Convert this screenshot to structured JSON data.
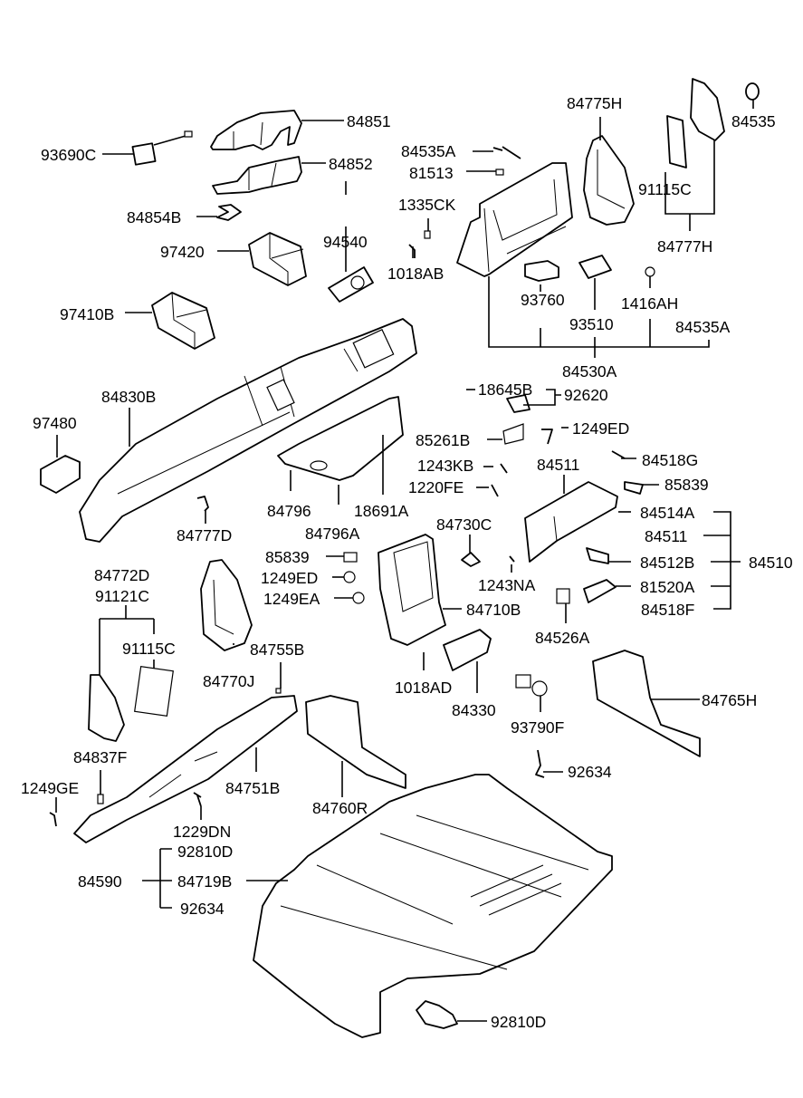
{
  "diagram": {
    "title": "Crash pad / center console / floor covering parts diagram",
    "labels": {
      "p84851": "84851",
      "p93690C": "93690C",
      "p84852": "84852",
      "p84854B": "84854B",
      "p97420": "97420",
      "p94540": "94540",
      "p97410B": "97410B",
      "p84535A_top": "84535A",
      "p81513": "81513",
      "p1335CK": "1335CK",
      "p1018AB": "1018AB",
      "p84775H": "84775H",
      "p84535": "84535",
      "p91115C_top": "91115C",
      "p84777H": "84777H",
      "p93760": "93760",
      "p93510": "93510",
      "p1416AH": "1416AH",
      "p84535A_right": "84535A",
      "p84530A": "84530A",
      "p84830B": "84830B",
      "p97480": "97480",
      "p84796": "84796",
      "p84796A": "84796A",
      "p18691A": "18691A",
      "p84777D": "84777D",
      "p18645B": "18645B",
      "p92620": "92620",
      "p85261B": "85261B",
      "p1249ED_top": "1249ED",
      "p84518G": "84518G",
      "p1243KB": "1243KB",
      "p1220FE": "1220FE",
      "p84511_top": "84511",
      "p85839_right": "85839",
      "p84514A": "84514A",
      "p84511_group": "84511",
      "p84512B": "84512B",
      "p84510": "84510",
      "p81520A": "81520A",
      "p84518F": "84518F",
      "p84730C": "84730C",
      "p1243NA": "1243NA",
      "p84526A": "84526A",
      "p84710B": "84710B",
      "p85839_left": "85839",
      "p1249ED_left": "1249ED",
      "p1249EA": "1249EA",
      "p84772D": "84772D",
      "p91121C": "91121C",
      "p91115C_left": "91115C",
      "p84770J": "84770J",
      "p84755B": "84755B",
      "p1018AD": "1018AD",
      "p84330": "84330",
      "p93790F": "93790F",
      "p84765H": "84765H",
      "p84837F": "84837F",
      "p1249GE": "1249GE",
      "p84751B": "84751B",
      "p1229DN": "1229DN",
      "p84760R": "84760R",
      "p92634_right": "92634",
      "p92810D_top": "92810D",
      "p84590": "84590",
      "p84719B": "84719B",
      "p92634_bottom": "92634",
      "p92810D_bottom": "92810D"
    }
  }
}
